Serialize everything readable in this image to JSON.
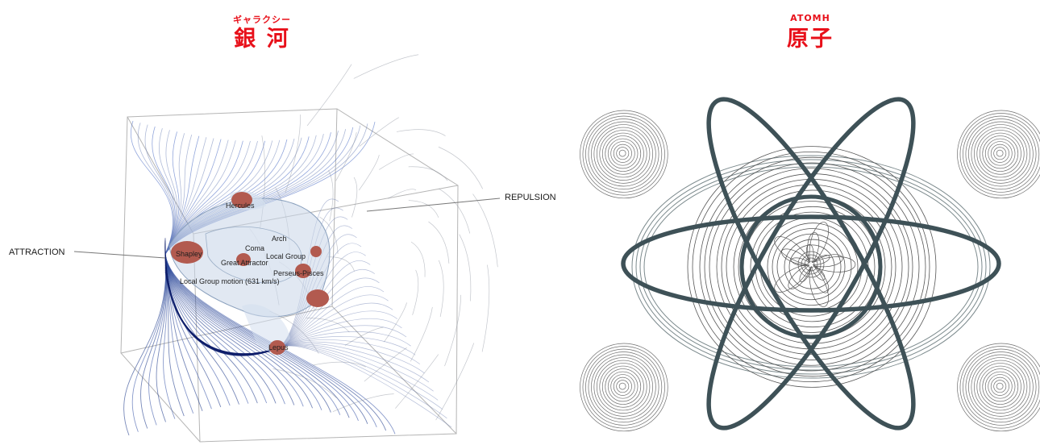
{
  "left_panel": {
    "ruby": "ギャラクシー",
    "title": "銀 河",
    "side_labels": {
      "attraction": "ATTRACTION",
      "repulsion": "REPULSION"
    },
    "cluster_labels": [
      "Hercules",
      "Shapley",
      "Coma",
      "Arch",
      "Local Group",
      "Great Attractor",
      "Perseus-Pisces",
      "Local Group motion (631 km/s)",
      "Lepus"
    ]
  },
  "right_panel": {
    "ruby": "ATOMH",
    "title": "原子"
  },
  "colors": {
    "title_red": "#e8101a",
    "orbit_dark": "#3e5157",
    "flow_blue": "#1e3a8a",
    "cluster_red": "#b25a4f"
  }
}
